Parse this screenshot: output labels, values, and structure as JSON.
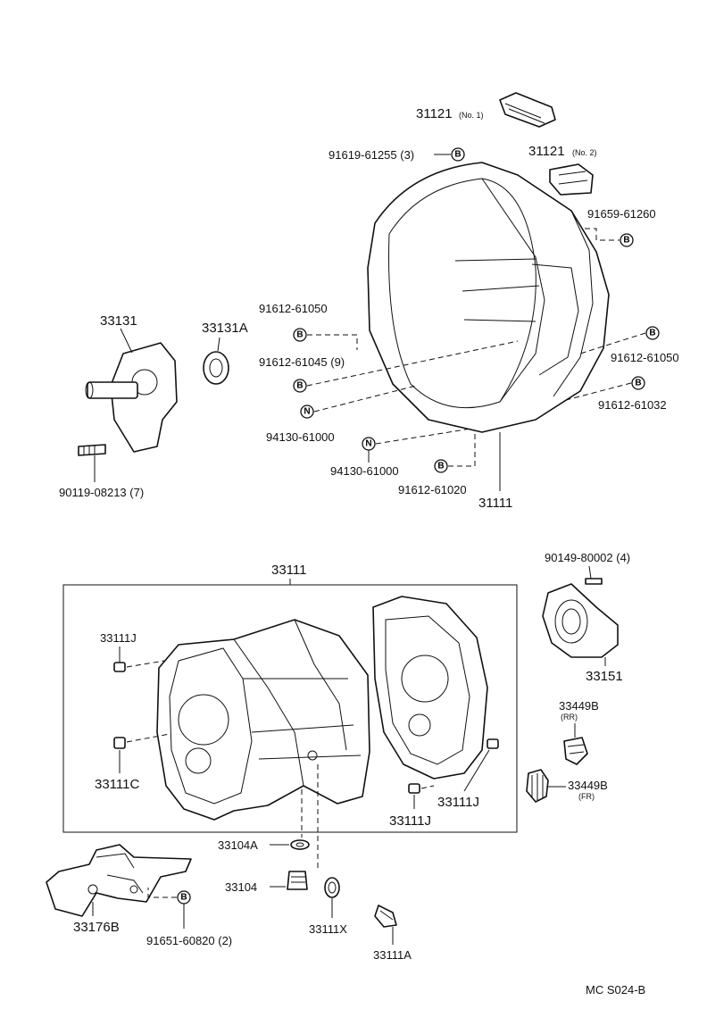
{
  "parts": {
    "p31121_no1": "31121",
    "p31121_no1_suffix": "(No. 1)",
    "p31121_no2": "31121",
    "p31121_no2_suffix": "(No. 2)",
    "p91619_61255": "91619-61255 (3)",
    "p91659_61260": "91659-61260",
    "p33131": "33131",
    "p33131A": "33131A",
    "p91612_61050_a": "91612-61050",
    "p91612_61045": "91612-61045 (9)",
    "p91612_61050_b": "91612-61050",
    "p91612_61032": "91612-61032",
    "p94130_61000_a": "94130-61000",
    "p94130_61000_b": "94130-61000",
    "p91612_61020": "91612-61020",
    "p31111": "31111",
    "p90119_08213": "90119-08213 (7)",
    "p33111_group": "33111",
    "p90149_80002": "90149-80002 (4)",
    "p33111J_a": "33111J",
    "p33111C": "33111C",
    "p33111J_b": "33111J",
    "p33111J_c": "33111J",
    "p33151": "33151",
    "p33449B_rr": "33449B",
    "p33449B_rr_note": "(RR)",
    "p33449B_fr": "33449B",
    "p33449B_fr_note": "(FR)",
    "p33104A": "33104A",
    "p33104": "33104",
    "p33111X": "33111X",
    "p33111A": "33111A",
    "p33176B": "33176B",
    "p91651_60820": "91651-60820 (2)"
  },
  "badges": {
    "bolt": "B",
    "nut": "N"
  },
  "footer": {
    "code": "MC  S024-B"
  }
}
